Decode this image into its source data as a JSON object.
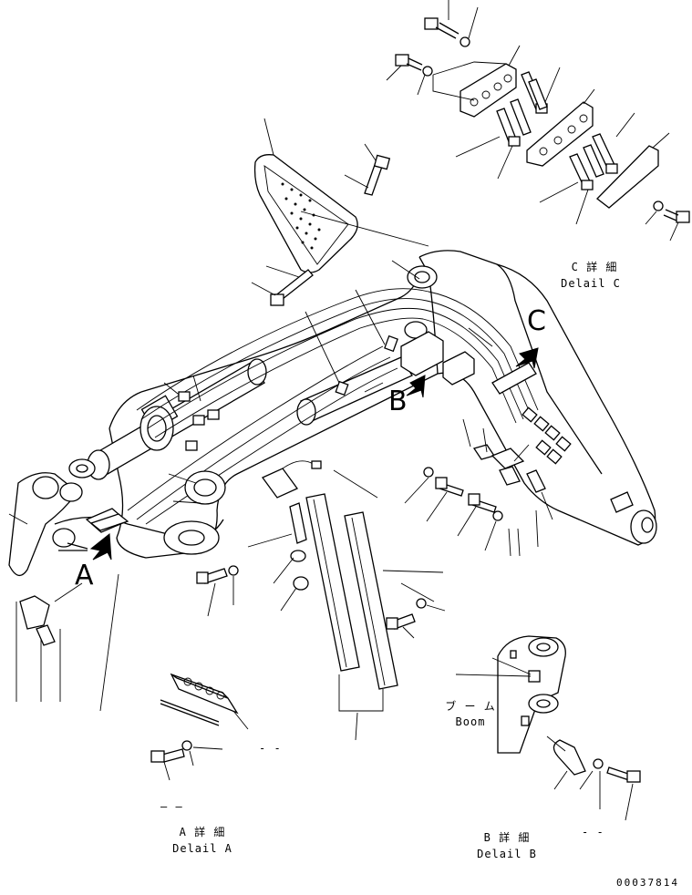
{
  "details": {
    "a": {
      "jp": "A 詳 細",
      "en": "Delail A"
    },
    "b": {
      "jp": "B 詳 細",
      "en": "Delail B"
    },
    "c": {
      "jp": "C 詳 細",
      "en": "Delail C"
    }
  },
  "callouts": {
    "a": "A",
    "b": "B",
    "c": "C"
  },
  "boom_label": {
    "jp": "ブ ー ム",
    "en": "Boom"
  },
  "dash_marks": {
    "a": "— —",
    "b": "- -",
    "mid": "- -"
  },
  "drawing_number": "00037814"
}
